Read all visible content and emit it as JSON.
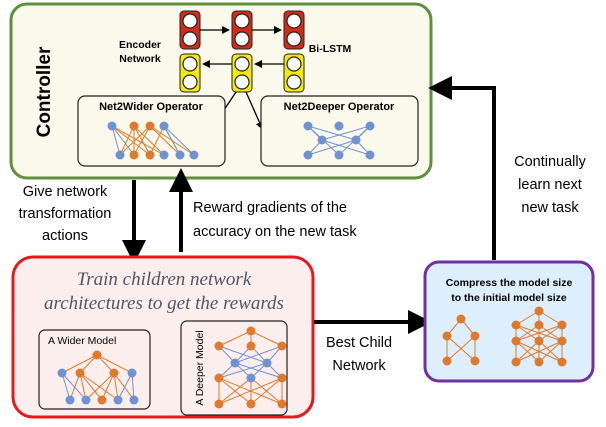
{
  "controller": {
    "title": "Controller",
    "encoder_label_line1": "Encoder",
    "encoder_label_line2": "Network",
    "bilstm_label": "Bi-LSTM",
    "net2wider_title": "Net2Wider Operator",
    "net2deeper_title": "Net2Deeper Operator"
  },
  "arrows": {
    "give_actions_line1": "Give network",
    "give_actions_line2": "transformation",
    "give_actions_line3": "actions",
    "reward_line1": "Reward gradients of the",
    "reward_line2": "accuracy on the new task",
    "best_child_line1": "Best Child",
    "best_child_line2": "Network",
    "continually_line1": "Continually",
    "continually_line2": "learn next",
    "continually_line3": "new task"
  },
  "train": {
    "title_line1": "Train children network",
    "title_line2": "architectures to get the rewards",
    "wider_model_label": "A Wider Model",
    "deeper_model_label": "A Deeper Model"
  },
  "compress": {
    "title_line1": "Compress the model size",
    "title_line2": "to the initial model size"
  },
  "colors": {
    "controller_border": "#5e8f3a",
    "controller_fill": "#fbf8ec",
    "train_border": "#e5181d",
    "train_fill": "#fdeeee",
    "compress_border": "#7030a0",
    "compress_fill": "#ddeefc",
    "node_blue": "#6f93d0",
    "node_orange": "#dd7a2e",
    "lstm_red": "#d42a1a",
    "lstm_yellow": "#f2ea0c"
  }
}
